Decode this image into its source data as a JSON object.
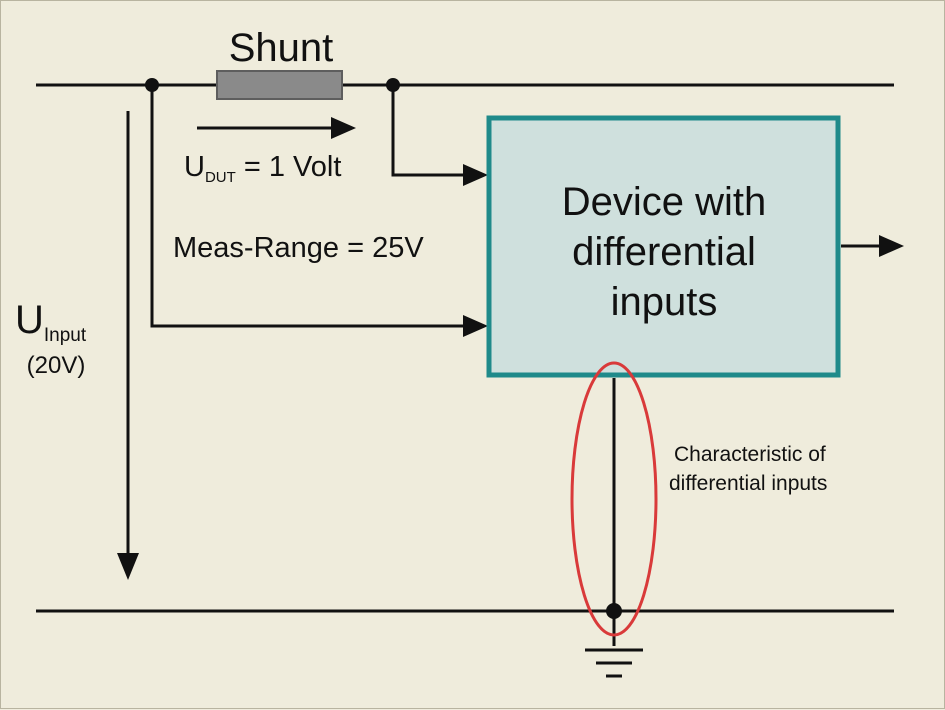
{
  "shunt_label": "Shunt",
  "udut": {
    "main": "U",
    "sub": "DUT",
    "rest": " = 1 Volt"
  },
  "meas_range": "Meas-Range = 25V",
  "uinput": {
    "main": "U",
    "sub": "Input",
    "value": "(20V)"
  },
  "device": {
    "line1": "Device with",
    "line2": "differential",
    "line3": "inputs"
  },
  "annotation": {
    "line1": "Characteristic of",
    "line2": "differential inputs"
  },
  "colors": {
    "background": "#efecdc",
    "device_fill": "#cfe0dd",
    "device_border": "#1f8a8a",
    "shunt_fill": "#8a8a8a",
    "highlight": "#d93a3a",
    "wire": "#111111"
  }
}
